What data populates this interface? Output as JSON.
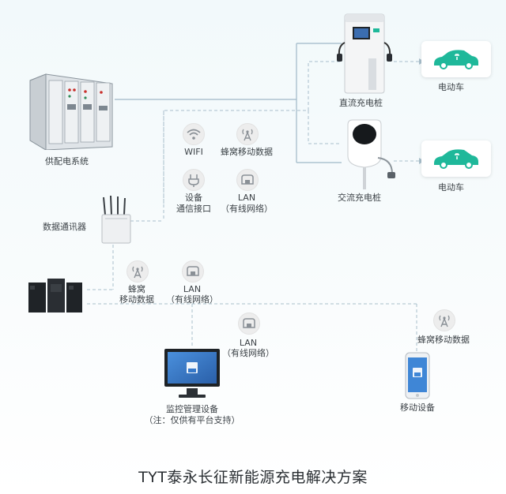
{
  "nodes": {
    "power_system": "供配电系统",
    "dc_charger": "直流充电桩",
    "ac_charger": "交流充电桩",
    "ev_top": "电动车",
    "ev_bottom": "电动车",
    "comm_device": "数据通讯器",
    "monitor_line1": "监控管理设备",
    "monitor_line2": "（注：仅供有平台支持）",
    "mobile_device": "移动设备"
  },
  "comm_options": {
    "wifi": "WIFI",
    "cellular": "蜂窝移动数据",
    "port_line1": "设备",
    "port_line2": "通信接口",
    "lan_line1": "LAN",
    "lan_line2": "（有线网络）"
  },
  "mid_links": {
    "cellular_line1": "蜂窝",
    "cellular_line2": "移动数据",
    "lan_line1": "LAN",
    "lan_line2": "（有线网络）"
  },
  "lower_links": {
    "lan_line1": "LAN",
    "lan_line2": "（有线网络）",
    "cellular": "蜂窝移动数据"
  },
  "title": "TYT泰永长征新能源充电解决方案",
  "colors": {
    "accent_green": "#1fb89a",
    "wire": "#9fb8c8",
    "wire_dashed": "#a9bfcc"
  }
}
